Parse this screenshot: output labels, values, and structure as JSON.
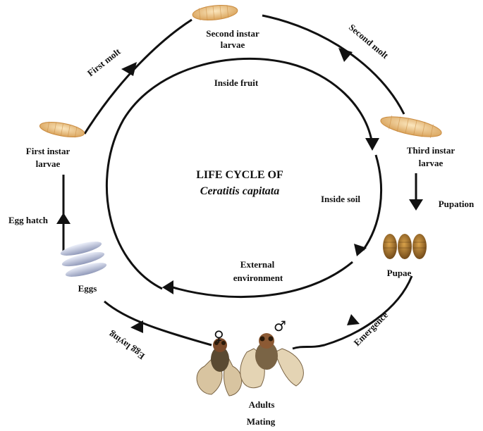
{
  "title": {
    "line1": "LIFE CYCLE OF",
    "line2": "Ceratitis capitata"
  },
  "stages": {
    "second_instar": [
      "Second instar",
      "larvae"
    ],
    "third_instar": [
      "Third instar",
      "larvae"
    ],
    "first_instar": [
      "First instar",
      "larvae"
    ],
    "pupae": "Pupae",
    "eggs": "Eggs",
    "adults": "Adults"
  },
  "transitions": {
    "first_molt": "First molt",
    "second_molt": "Second molt",
    "pupation": "Pupation",
    "emergence": "Emergence",
    "mating": "Mating",
    "egg_laying": "Egg laying",
    "egg_hatch": "Egg hatch"
  },
  "environments": {
    "fruit": "Inside fruit",
    "soil": "Inside soil",
    "external": [
      "External",
      "environment"
    ]
  },
  "symbols": {
    "female": "♀",
    "male": "♂"
  },
  "colors": {
    "line": "#111111",
    "larva": "#f0c884",
    "larva_dark": "#c98a3e",
    "pupa": "#b8832f",
    "pupa_dark": "#6b4416",
    "egg": "#c9d0e6",
    "fly_body": "#6b5a40",
    "fly_wing": "#d8c4a0"
  },
  "icons": [
    "larva-icon",
    "pupa-icon",
    "egg-icon",
    "fly-icon"
  ]
}
